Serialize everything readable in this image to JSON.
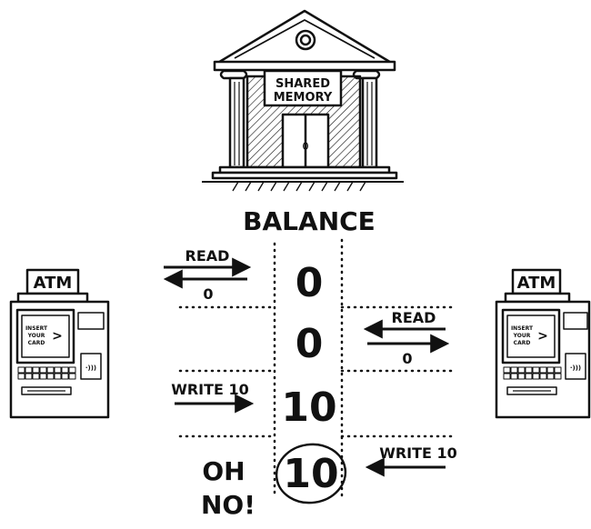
{
  "bank": {
    "sign_line1": "SHARED",
    "sign_line2": "MEMORY",
    "door_label": "()"
  },
  "balance": {
    "title": "BALANCE"
  },
  "atm_left": {
    "label": "ATM",
    "screen_line1": "INSERT",
    "screen_line2": "YOUR",
    "screen_line3": "CARD",
    "screen_arrow": ">",
    "contactless": "·)))"
  },
  "atm_right": {
    "label": "ATM",
    "screen_line1": "INSERT",
    "screen_line2": "YOUR",
    "screen_line3": "CARD",
    "screen_arrow": ">",
    "contactless": "·)))"
  },
  "rows": [
    {
      "value": "0",
      "left_text": "READ",
      "left_sub": "0",
      "right_text": "",
      "right_sub": ""
    },
    {
      "value": "0",
      "left_text": "",
      "left_sub": "",
      "right_text": "READ",
      "right_sub": "0"
    },
    {
      "value": "10",
      "left_text": "WRITE 10",
      "left_sub": "",
      "right_text": "",
      "right_sub": ""
    },
    {
      "value": "10",
      "left_text": "",
      "left_sub": "",
      "right_text": "WRITE 10",
      "right_sub": ""
    }
  ],
  "exclamation": {
    "line1": "OH",
    "line2": "NO!"
  }
}
